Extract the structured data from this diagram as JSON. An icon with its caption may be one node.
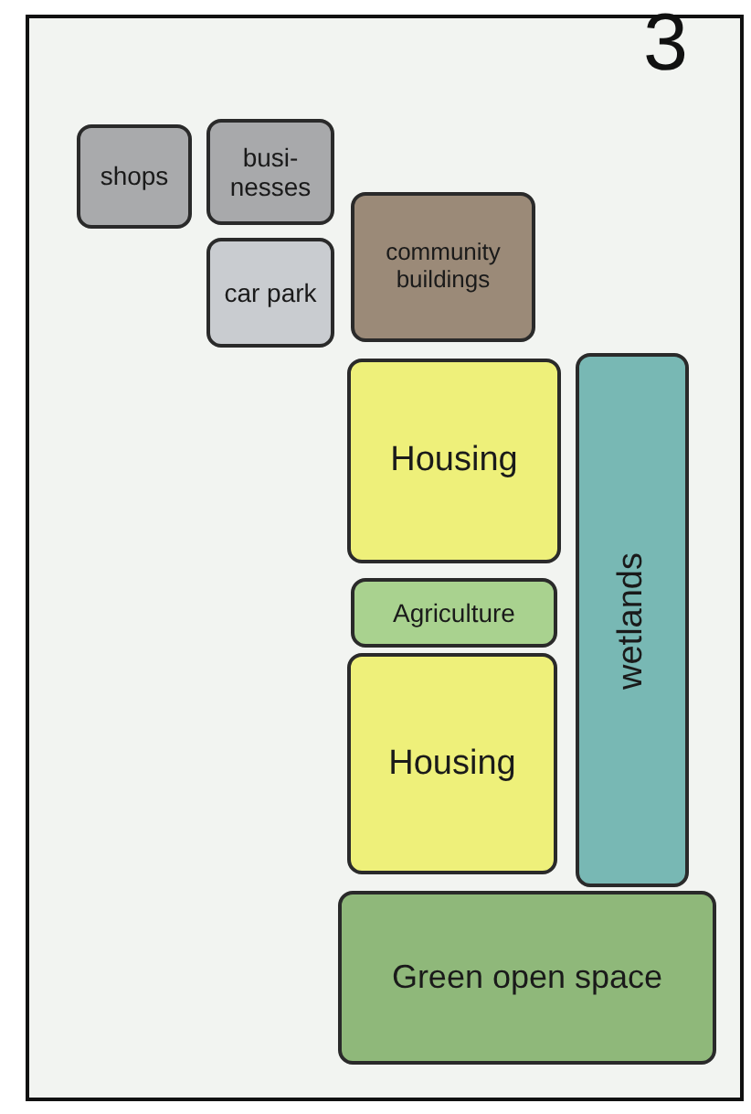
{
  "diagram": {
    "nodes": [
      {
        "text": [
          "shops"
        ]
      },
      {
        "text": [
          "busi- nesses"
        ]
      },
      {
        "text": [
          "car park"
        ]
      },
      {
        "text": [
          "community buildings"
        ]
      },
      {
        "text": [
          "Housing"
        ]
      },
      {
        "text": [
          "Agriculture"
        ]
      },
      {
        "text": [
          "Housing"
        ]
      },
      {
        "text": [
          "wetlands"
        ]
      },
      {
        "text": [
          "Green open space"
        ]
      }
    ],
    "labels": [
      "3"
    ]
  }
}
